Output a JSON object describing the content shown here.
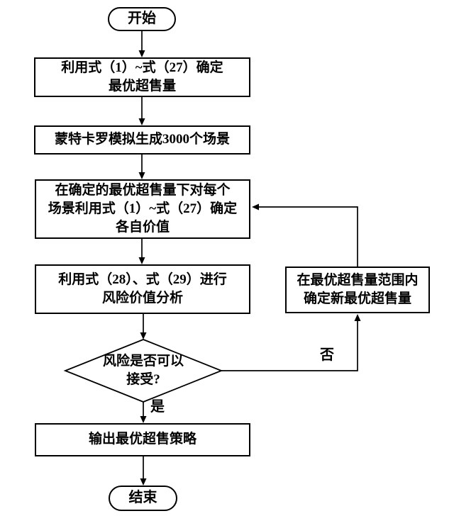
{
  "flowchart": {
    "start_label": "开始",
    "end_label": "结束",
    "yes_label": "是",
    "no_label": "否",
    "nodes": {
      "step1": {
        "lines": [
          "利用式（1）~式（27）确定",
          "最优超售量"
        ]
      },
      "step2": {
        "lines": [
          "蒙特卡罗模拟生成3000个场景"
        ]
      },
      "step3": {
        "lines": [
          "在确定的最优超售量下对每个",
          "场景利用式（1）~式（27）确定",
          "各自价值"
        ]
      },
      "step4": {
        "lines": [
          "利用式（28）、式（29）进行",
          "风险价值分析"
        ]
      },
      "decision": {
        "lines": [
          "风险是否可以",
          "接受?"
        ]
      },
      "adjust": {
        "lines": [
          "在最优超售量范围内",
          "确定新最优超售量"
        ]
      },
      "output": {
        "lines": [
          "输出最优超售策略"
        ]
      }
    },
    "colors": {
      "stroke": "#000000",
      "background": "#ffffff",
      "text": "#000000"
    }
  }
}
